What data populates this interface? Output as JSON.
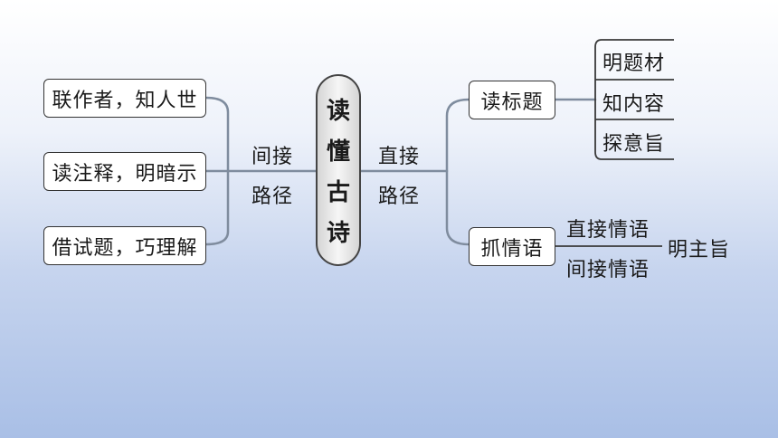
{
  "center": {
    "chars": [
      "读",
      "懂",
      "古",
      "诗"
    ]
  },
  "indirect": {
    "label_top": "间接",
    "label_bottom": "路径",
    "items": [
      "联作者，知人世",
      "读注释，明暗示",
      "借试题，巧理解"
    ]
  },
  "direct": {
    "label_top": "直接",
    "label_bottom": "路径",
    "read_title": {
      "label": "读标题",
      "items": [
        "明题材",
        "知内容",
        "探意旨"
      ]
    },
    "grasp_emotion": {
      "label": "抓情语",
      "top": "直接情语",
      "bottom": "间接情语",
      "result": "明主旨"
    }
  }
}
